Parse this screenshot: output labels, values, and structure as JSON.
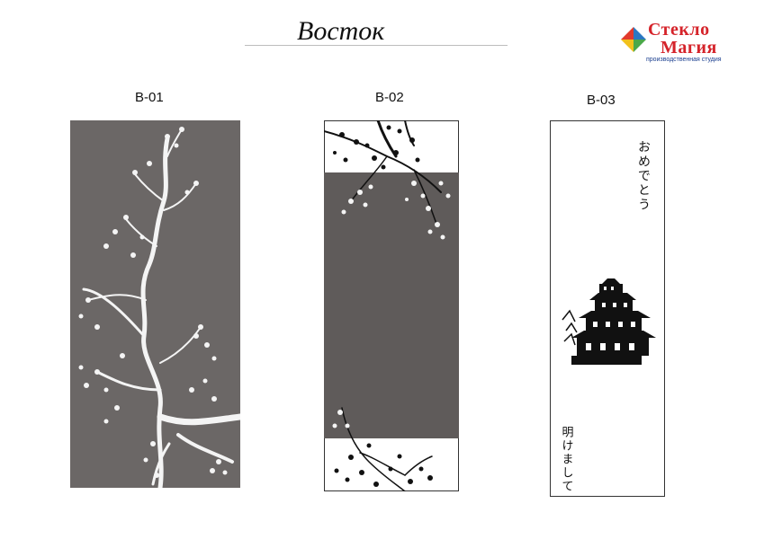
{
  "title": "Восток",
  "logo": {
    "line1": "Стекло",
    "line2": "Магия",
    "subtitle": "производственная студия",
    "colors": [
      "#2b78c2",
      "#e23a2c",
      "#f2c11c",
      "#4aa84a"
    ]
  },
  "panels": [
    {
      "label": "B-01"
    },
    {
      "label": "B-02"
    },
    {
      "label": "B-03",
      "text_top": "おめでとう",
      "text_bottom": "明けまして"
    }
  ],
  "colors": {
    "frost": "#6b6766",
    "panel_dark": "#5f5b5a",
    "ink": "#111111"
  }
}
